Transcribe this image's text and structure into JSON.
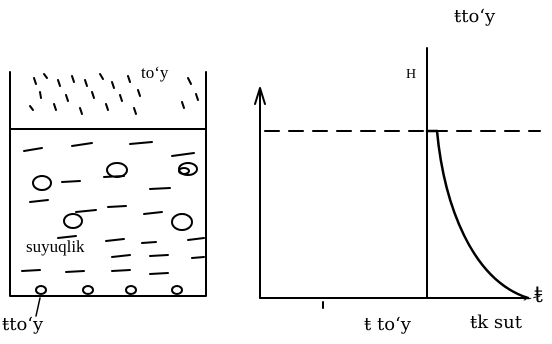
{
  "labels": {
    "top_axis_label": "ŧto‘y",
    "h_label": "H",
    "vapor_label": "to‘y",
    "liquid_label": "suyuqlik",
    "bottom_left_label": "ŧto‘y",
    "boil_temp_label": "ŧ to‘y",
    "final_temp_label": "ŧk sut",
    "t_axis_label": "ŧ"
  },
  "colors": {
    "ink": "#000000",
    "background": "#ffffff"
  }
}
